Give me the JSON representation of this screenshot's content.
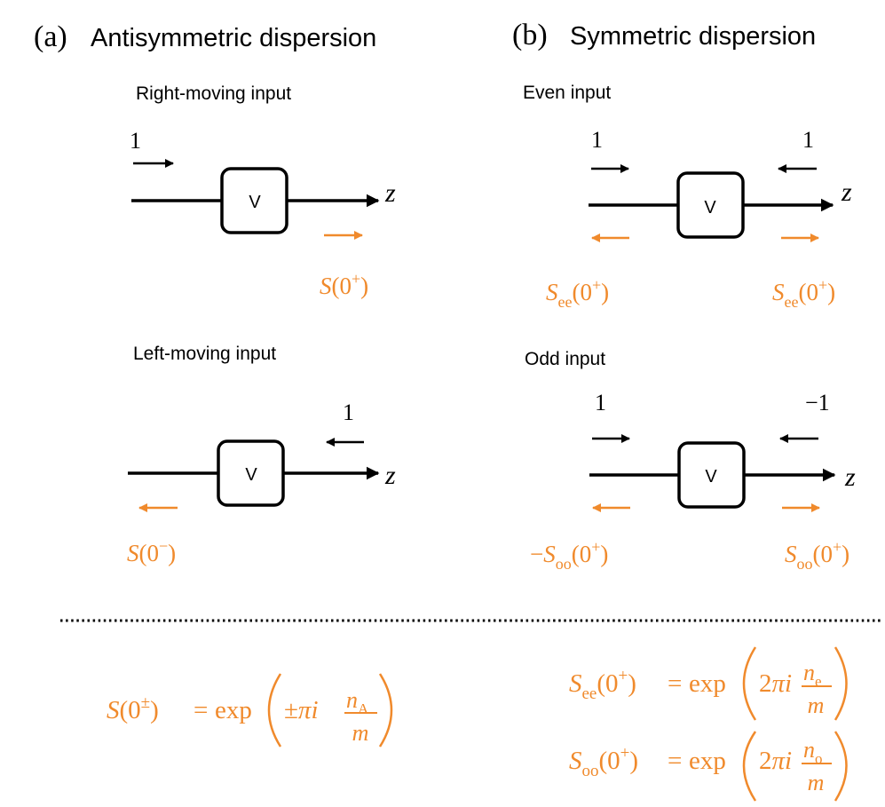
{
  "colors": {
    "ink": "#000000",
    "accent": "#f08a2c"
  },
  "panel_a": {
    "letter": "(a)",
    "title": "Antisymmetric dispersion",
    "right_moving": {
      "heading": "Right-moving input",
      "input_amplitude": "1",
      "box_label": "V",
      "axis_label": "z",
      "output_symbol": "S",
      "output_arg": "(0",
      "output_sup": "+",
      "output_close": ")"
    },
    "left_moving": {
      "heading": "Left-moving input",
      "input_amplitude": "1",
      "box_label": "V",
      "axis_label": "z",
      "output_symbol": "S",
      "output_arg": "(0",
      "output_sup": "−",
      "output_close": ")"
    }
  },
  "panel_b": {
    "letter": "(b)",
    "title": "Symmetric dispersion",
    "even": {
      "heading": "Even input",
      "left_amplitude": "1",
      "right_amplitude": "1",
      "box_label": "V",
      "axis_label": "z",
      "left_output": {
        "prefix": "",
        "symbol": "S",
        "sub": "ee",
        "arg": "(0",
        "sup": "+",
        "close": ")"
      },
      "right_output": {
        "prefix": "",
        "symbol": "S",
        "sub": "ee",
        "arg": "(0",
        "sup": "+",
        "close": ")"
      }
    },
    "odd": {
      "heading": "Odd input",
      "left_amplitude": "1",
      "right_amplitude": "−1",
      "box_label": "V",
      "axis_label": "z",
      "left_output": {
        "prefix": "−",
        "symbol": "S",
        "sub": "oo",
        "arg": "(0",
        "sup": "+",
        "close": ")"
      },
      "right_output": {
        "prefix": "",
        "symbol": "S",
        "sub": "oo",
        "arg": "(0",
        "sup": "+",
        "close": ")"
      }
    }
  },
  "formulas": {
    "antisymmetric": {
      "lhs_symbol": "S",
      "lhs_arg": "(0",
      "lhs_sup": "±",
      "lhs_close": ")",
      "equals": "=",
      "func": "exp",
      "sign": "±",
      "pi": "π",
      "i": "i",
      "num": "n",
      "num_sub": "A",
      "den": "m"
    },
    "even": {
      "lhs_symbol": "S",
      "lhs_sub": "ee",
      "lhs_arg": "(0",
      "lhs_sup": "+",
      "lhs_close": ")",
      "equals": "=",
      "func": "exp",
      "coef": "2",
      "pi": "π",
      "i": "i",
      "num": "n",
      "num_sub": "e",
      "den": "m"
    },
    "odd": {
      "lhs_symbol": "S",
      "lhs_sub": "oo",
      "lhs_arg": "(0",
      "lhs_sup": "+",
      "lhs_close": ")",
      "equals": "=",
      "func": "exp",
      "coef": "2",
      "pi": "π",
      "i": "i",
      "num": "n",
      "num_sub": "o",
      "den": "m"
    }
  }
}
